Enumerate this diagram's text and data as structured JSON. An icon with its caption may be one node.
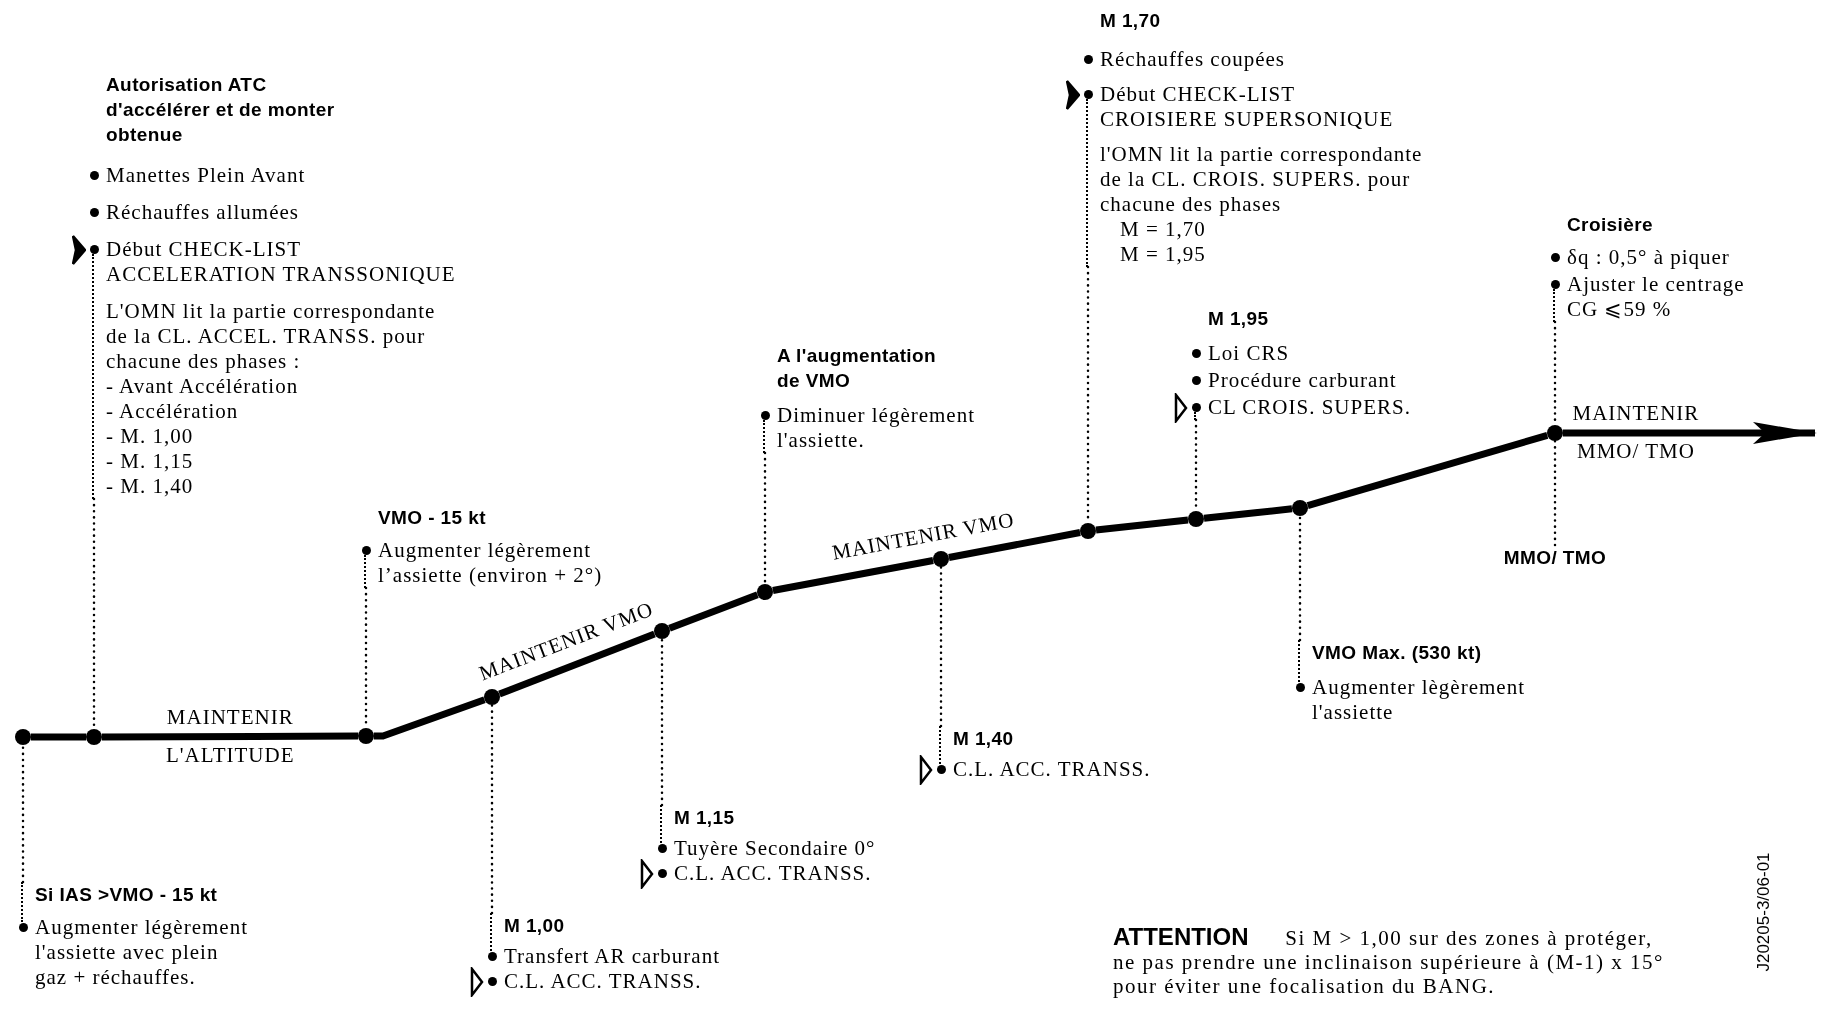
{
  "diagram": {
    "nodes": [
      {
        "text": [],
        "shape": "circle"
      },
      {
        "text": [],
        "shape": "circle"
      },
      {
        "text": [],
        "shape": "circle"
      },
      {
        "text": [],
        "shape": "circle"
      },
      {
        "text": [],
        "shape": "circle"
      },
      {
        "text": [],
        "shape": "circle"
      },
      {
        "text": [],
        "shape": "circle"
      },
      {
        "text": [],
        "shape": "circle"
      },
      {
        "text": [],
        "shape": "circle"
      },
      {
        "text": [],
        "shape": "circle"
      },
      {
        "text": [],
        "shape": "circle"
      },
      {
        "text": [
          "Si IAS >VMO - 15 kt",
          "Augmenter légèrement l'assiette avec plein gaz + réchauffes."
        ]
      },
      {
        "text": [
          "Autorisation ATC d'accélérer et de monter obtenue",
          "Manettes Plein Avant",
          "Réchauffes allumées",
          "Début CHECK-LIST ACCELERATION TRANSSONIQUE",
          "L'OMN lit la partie correspondante de la CL. ACCEL. TRANSS. pour chacune des phases :",
          "- Avant Accélération",
          "- Accélération",
          "- M. 1,00",
          "- M. 1,15",
          "- M. 1,40"
        ]
      },
      {
        "text": [
          "VMO - 15 kt",
          "Augmenter légèrement l’assiette (environ + 2°)"
        ]
      },
      {
        "text": [
          "M 1,00",
          "Transfert AR carburant",
          "C.L. ACC. TRANSS."
        ]
      },
      {
        "text": [
          "M 1,15",
          "Tuyère Secondaire 0°",
          "C.L. ACC. TRANSS."
        ]
      },
      {
        "text": [
          "A l'augmentation de VMO",
          "Diminuer légèrement l'assiette."
        ]
      },
      {
        "text": [
          "M 1,40",
          "C.L. ACC. TRANSS."
        ]
      },
      {
        "text": [
          "M 1,70",
          "Réchauffes coupées",
          "Début CHECK-LIST CROISIERE SUPERSONIQUE",
          "l'OMN lit la partie correspondante de la CL. CROIS. SUPERS. pour chacune des phases",
          "M = 1,70",
          "M = 1,95"
        ]
      },
      {
        "text": [
          "M 1,95",
          "Loi CRS",
          "Procédure carburant",
          "CL CROIS. SUPERS."
        ]
      },
      {
        "text": [
          "VMO Max. (530 kt)",
          "Augmenter lègèrement l'assiette"
        ]
      },
      {
        "text": [
          "Croisière",
          "δq : 0,5° à piquer",
          "Ajuster le centrage CG ⩽59 %"
        ]
      },
      {
        "text": [
          "MMO/ TMO"
        ]
      }
    ],
    "edges": [
      {
        "from": 0,
        "to": 1,
        "arrow": "none",
        "style": "thick"
      },
      {
        "from": 1,
        "to": 2,
        "arrow": "none",
        "style": "thick",
        "label": "MAINTENIR L'ALTITUDE"
      },
      {
        "from": 2,
        "to": 3,
        "arrow": "none",
        "style": "thick"
      },
      {
        "from": 3,
        "to": 4,
        "arrow": "none",
        "style": "thick",
        "label": "MAINTENIR VMO"
      },
      {
        "from": 4,
        "to": 5,
        "arrow": "none",
        "style": "thick"
      },
      {
        "from": 5,
        "to": 6,
        "arrow": "none",
        "style": "thick",
        "label": "MAINTENIR VMO"
      },
      {
        "from": 6,
        "to": 7,
        "arrow": "none",
        "style": "thick"
      },
      {
        "from": 7,
        "to": 8,
        "arrow": "none",
        "style": "thick"
      },
      {
        "from": 8,
        "to": 9,
        "arrow": "none",
        "style": "thick"
      },
      {
        "from": 9,
        "to": 10,
        "arrow": "none",
        "style": "thick"
      },
      {
        "from": 10,
        "to": null,
        "arrow": "to",
        "style": "thick",
        "label": "MAINTENIR MMO/ TMO"
      },
      {
        "from": 11,
        "to": 0,
        "arrow": "none",
        "style": "dashed"
      },
      {
        "from": 12,
        "to": 1,
        "arrow": "none",
        "style": "dashed"
      },
      {
        "from": 13,
        "to": 2,
        "arrow": "none",
        "style": "dashed"
      },
      {
        "from": 14,
        "to": 3,
        "arrow": "none",
        "style": "dashed"
      },
      {
        "from": 15,
        "to": 4,
        "arrow": "none",
        "style": "dashed"
      },
      {
        "from": 16,
        "to": 5,
        "arrow": "none",
        "style": "dashed"
      },
      {
        "from": 17,
        "to": 6,
        "arrow": "none",
        "style": "dashed"
      },
      {
        "from": 18,
        "to": 7,
        "arrow": "none",
        "style": "dashed"
      },
      {
        "from": 19,
        "to": 8,
        "arrow": "none",
        "style": "dashed"
      },
      {
        "from": 20,
        "to": 9,
        "arrow": "none",
        "style": "dashed"
      },
      {
        "from": 21,
        "to": 10,
        "arrow": "none",
        "style": "dashed"
      },
      {
        "from": 22,
        "to": 10,
        "arrow": "none",
        "style": "dashed"
      }
    ],
    "labels": [
      "**ATTENTION** Si M > 1,00 sur des zones à protéger, ne pas prendre une inclinaison supérieure à (M-1) x 15° pour éviter une focalisation du BANG.",
      "J20205-3/06-01"
    ]
  }
}
